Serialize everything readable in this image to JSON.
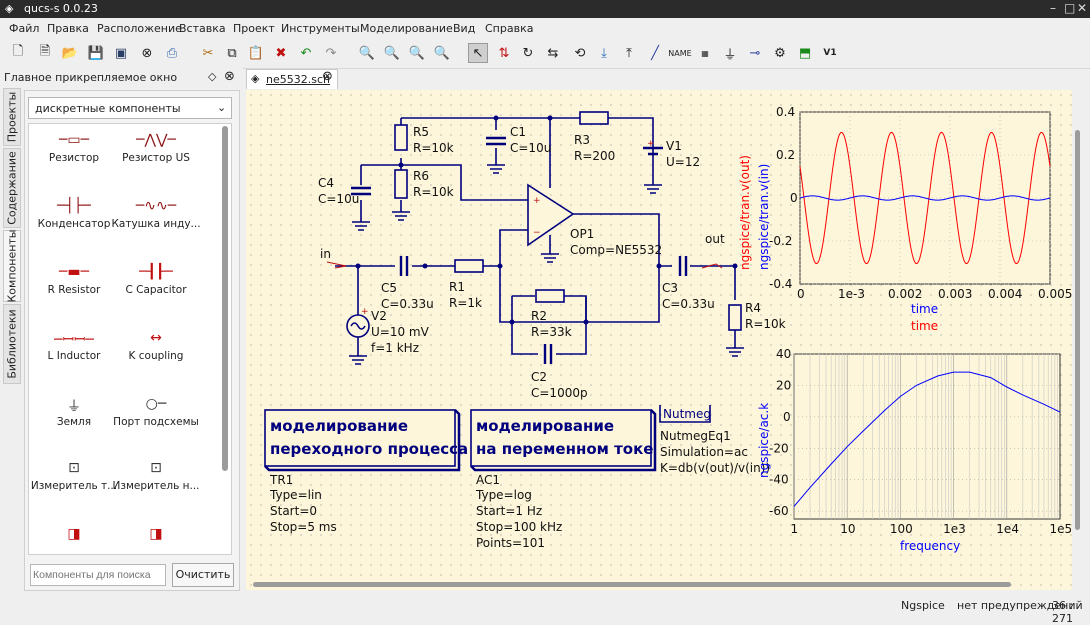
{
  "window": {
    "title": "qucs-s 0.0.23",
    "controls": [
      "–",
      "□",
      "✕"
    ]
  },
  "menu": [
    "Файл",
    "Правка",
    "Расположение",
    "Вставка",
    "Проект",
    "Инструменты",
    "Моделирование",
    "Вид",
    "Справка"
  ],
  "toolbar_icons": [
    "new-file-icon",
    "new-text-icon",
    "open-icon",
    "save-icon",
    "save-all-icon",
    "close-doc-icon",
    "print-icon",
    "cut-icon",
    "copy-icon",
    "paste-icon",
    "delete-icon",
    "undo-icon",
    "redo-icon",
    "zoom-fit-icon",
    "zoom-selection-icon",
    "zoom-in-icon",
    "zoom-out-icon",
    "select-icon",
    "mirror-x-icon",
    "rotate-icon",
    "mirror-y-icon",
    "enter-subcircuit-icon",
    "pop-subcircuit-icon",
    "align-icon",
    "wire-icon",
    "name-icon",
    "equation-icon",
    "ground-icon",
    "port-icon",
    "simulate-icon",
    "graph-icon",
    "nutmeg-icon"
  ],
  "dock": {
    "title": "Главное прикрепляемое окно",
    "side_tabs": [
      "Проекты",
      "Содержание",
      "Компоненты",
      "Библиотеки"
    ],
    "category": "дискретные компоненты",
    "components": [
      {
        "label": "Резистор",
        "icon": "resistor-icon"
      },
      {
        "label": "Резистор US",
        "icon": "resistor-us-icon"
      },
      {
        "label": "Конденсатор",
        "icon": "capacitor-icon"
      },
      {
        "label": "Катушка инду...",
        "icon": "inductor-icon"
      },
      {
        "label": "R Resistor",
        "icon": "r-resistor-icon"
      },
      {
        "label": "C Capacitor",
        "icon": "c-capacitor-icon"
      },
      {
        "label": "L Inductor",
        "icon": "l-inductor-icon"
      },
      {
        "label": "K coupling",
        "icon": "k-coupling-icon"
      },
      {
        "label": "Земля",
        "icon": "ground-icon"
      },
      {
        "label": "Порт подсхемы",
        "icon": "subcircuit-port-icon"
      },
      {
        "label": "Измеритель т...",
        "icon": "current-meter-icon"
      },
      {
        "label": "Измеритель н...",
        "icon": "voltage-meter-icon"
      },
      {
        "label": "",
        "icon": "component-icon"
      },
      {
        "label": "",
        "icon": "component-icon"
      }
    ],
    "search_placeholder": "Компоненты для поиска",
    "clear_button": "Очистить"
  },
  "document_tab": "ne5532.sch",
  "schematic": {
    "components": [
      {
        "name": "R5",
        "value": "R=10k"
      },
      {
        "name": "R6",
        "value": "R=10k"
      },
      {
        "name": "C1",
        "value": "C=10u"
      },
      {
        "name": "R3",
        "value": "R=200"
      },
      {
        "name": "V1",
        "value": "U=12"
      },
      {
        "name": "C4",
        "value": "C=10u"
      },
      {
        "name": "OP1",
        "value": "Comp=NE5532"
      },
      {
        "name": "C5",
        "value": "C=0.33u"
      },
      {
        "name": "R1",
        "value": "R=1k"
      },
      {
        "name": "C3",
        "value": "C=0.33u"
      },
      {
        "name": "R4",
        "value": "R=10k"
      },
      {
        "name": "R2",
        "value": "R=33k"
      },
      {
        "name": "C2",
        "value": "C=1000p"
      },
      {
        "name": "V2",
        "value": "U=10 mV",
        "value2": "f=1 kHz"
      }
    ],
    "net_labels": {
      "in": "in",
      "out": "out"
    },
    "sim_boxes": [
      {
        "title_line1": "моделирование",
        "title_line2": "переходного процесса",
        "params": [
          "TR1",
          "Type=lin",
          "Start=0",
          "Stop=5 ms"
        ]
      },
      {
        "title_line1": "моделирование",
        "title_line2": "на переменном токе",
        "params": [
          "AC1",
          "Type=log",
          "Start=1 Hz",
          "Stop=100 kHz",
          "Points=101"
        ]
      }
    ],
    "nutmeg": {
      "title": "Nutmeg",
      "params": [
        "NutmegEq1",
        "Simulation=ac",
        "K=db(v(out)/v(in))"
      ]
    }
  },
  "chart_data": [
    {
      "type": "line",
      "ylabel_series": [
        "ngspice/tran.v(out)",
        "ngspice/tran.v(in)"
      ],
      "xlabel_series": [
        "time",
        "time"
      ],
      "x_ticks": [
        "0",
        "1e-3",
        "0.002",
        "0.003",
        "0.004",
        "0.005"
      ],
      "y_ticks": [
        "0.4",
        "0.2",
        "0",
        "-0.2",
        "-0.4"
      ],
      "xlim": [
        0,
        0.005
      ],
      "ylim": [
        -0.4,
        0.4
      ],
      "grid": true,
      "series": [
        {
          "name": "ngspice/tran.v(out)",
          "color": "#ff0000",
          "amplitude": 0.305,
          "frequency": 1000,
          "phase_shift_periods": 0.42
        },
        {
          "name": "ngspice/tran.v(in)",
          "color": "#0000ff",
          "amplitude": 0.01,
          "frequency": 1000,
          "phase_shift_periods": 0
        }
      ]
    },
    {
      "type": "line",
      "ylabel": "ngspice/ac.k",
      "xlabel": "frequency",
      "x_scale": "log",
      "x_ticks": [
        "1",
        "10",
        "100",
        "1e3",
        "1e4",
        "1e5"
      ],
      "y_ticks": [
        "40",
        "20",
        "0",
        "-20",
        "-40",
        "-60"
      ],
      "xlim": [
        1,
        100000
      ],
      "ylim": [
        -65,
        40
      ],
      "grid": true,
      "series": [
        {
          "name": "ngspice/ac.k",
          "color": "#0000ff",
          "x": [
            1,
            2,
            5,
            10,
            20,
            50,
            100,
            200,
            500,
            1000,
            2000,
            5000,
            10000,
            20000,
            50000,
            100000
          ],
          "y": [
            -57,
            -45,
            -30,
            -19,
            -9,
            4,
            13,
            20,
            26,
            28.5,
            28.5,
            25,
            19,
            14,
            8,
            3
          ]
        }
      ]
    }
  ],
  "status": {
    "simulator": "Ngspice",
    "message": "нет предупреждений",
    "position": "36 : 271"
  },
  "colors": {
    "wire": "#00007f",
    "component": "#8a1010",
    "trace_red": "#ff0000",
    "trace_blue": "#0000ff",
    "canvas": "#fdf6da"
  }
}
